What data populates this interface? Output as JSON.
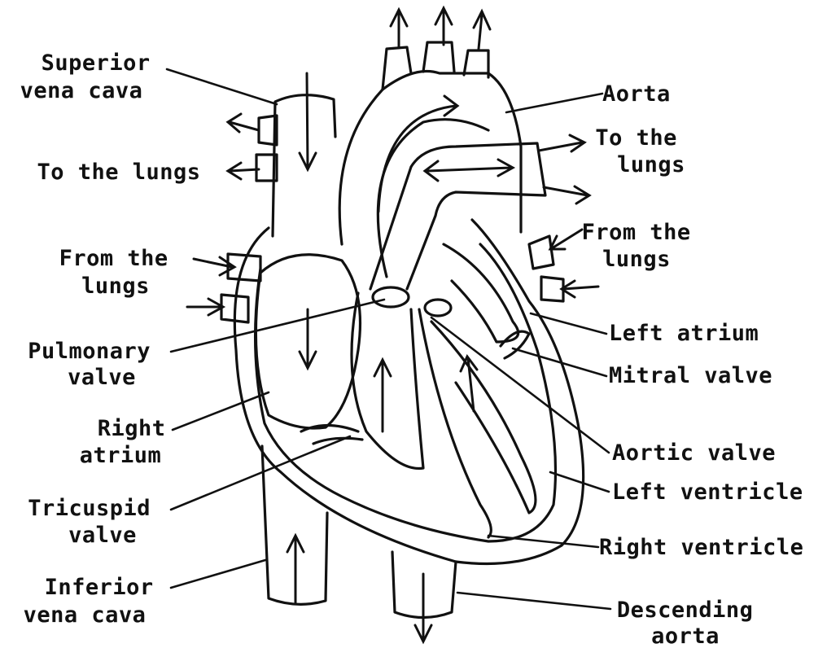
{
  "labels": {
    "superior_vena_cava": [
      "Superior",
      "vena cava"
    ],
    "to_lungs_left": [
      "To the lungs"
    ],
    "from_lungs_left": [
      "From the",
      "lungs"
    ],
    "pulmonary_valve": [
      "Pulmonary",
      "valve"
    ],
    "right_atrium": [
      "Right",
      "atrium"
    ],
    "tricuspid_valve": [
      "Tricuspid",
      "valve"
    ],
    "inferior_vena_cava": [
      "Inferior",
      "vena cava"
    ],
    "aorta": [
      "Aorta"
    ],
    "to_lungs_right": [
      "To the",
      "lungs"
    ],
    "from_lungs_right": [
      "From the",
      "lungs"
    ],
    "left_atrium": [
      "Left atrium"
    ],
    "mitral_valve": [
      "Mitral valve"
    ],
    "aortic_valve": [
      "Aortic valve"
    ],
    "left_ventricle": [
      "Left ventricle"
    ],
    "right_ventricle": [
      "Right ventricle"
    ],
    "descending_aorta": [
      "Descending",
      "aorta"
    ]
  }
}
